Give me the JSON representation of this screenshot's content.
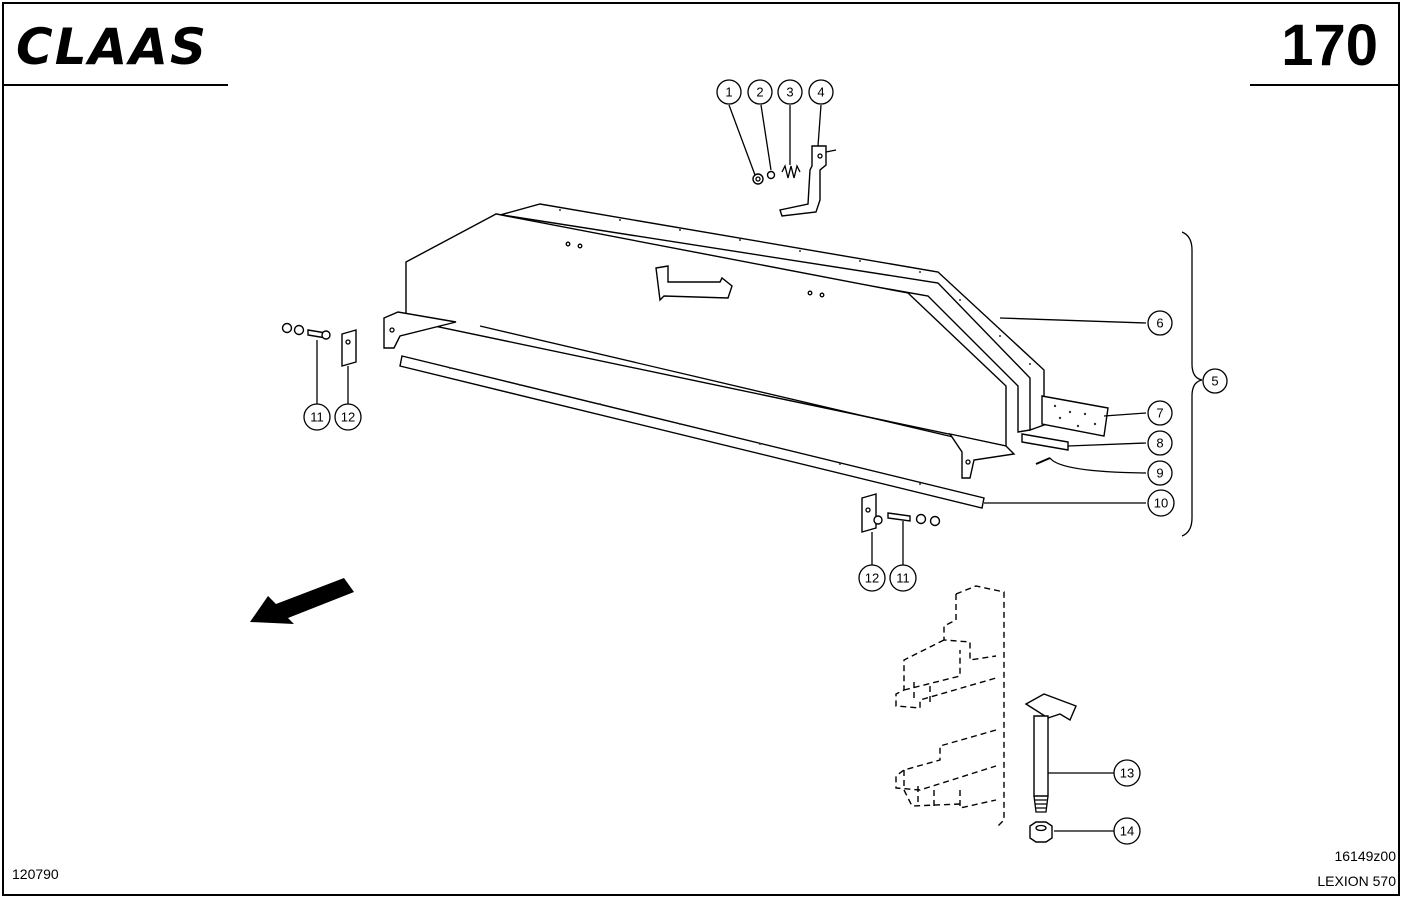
{
  "header": {
    "logo_text": "CLAAS",
    "page_number": "170"
  },
  "footer": {
    "date_code": "120790",
    "drawing_code": "16149z00",
    "model": "LEXION 570"
  },
  "callouts": {
    "c1": "1",
    "c2": "2",
    "c3": "3",
    "c4": "4",
    "c5": "5",
    "c6": "6",
    "c7": "7",
    "c8": "8",
    "c9": "9",
    "c10": "10",
    "c11a": "11",
    "c12a": "12",
    "c12b": "12",
    "c11b": "11",
    "c13": "13",
    "c14": "14"
  }
}
